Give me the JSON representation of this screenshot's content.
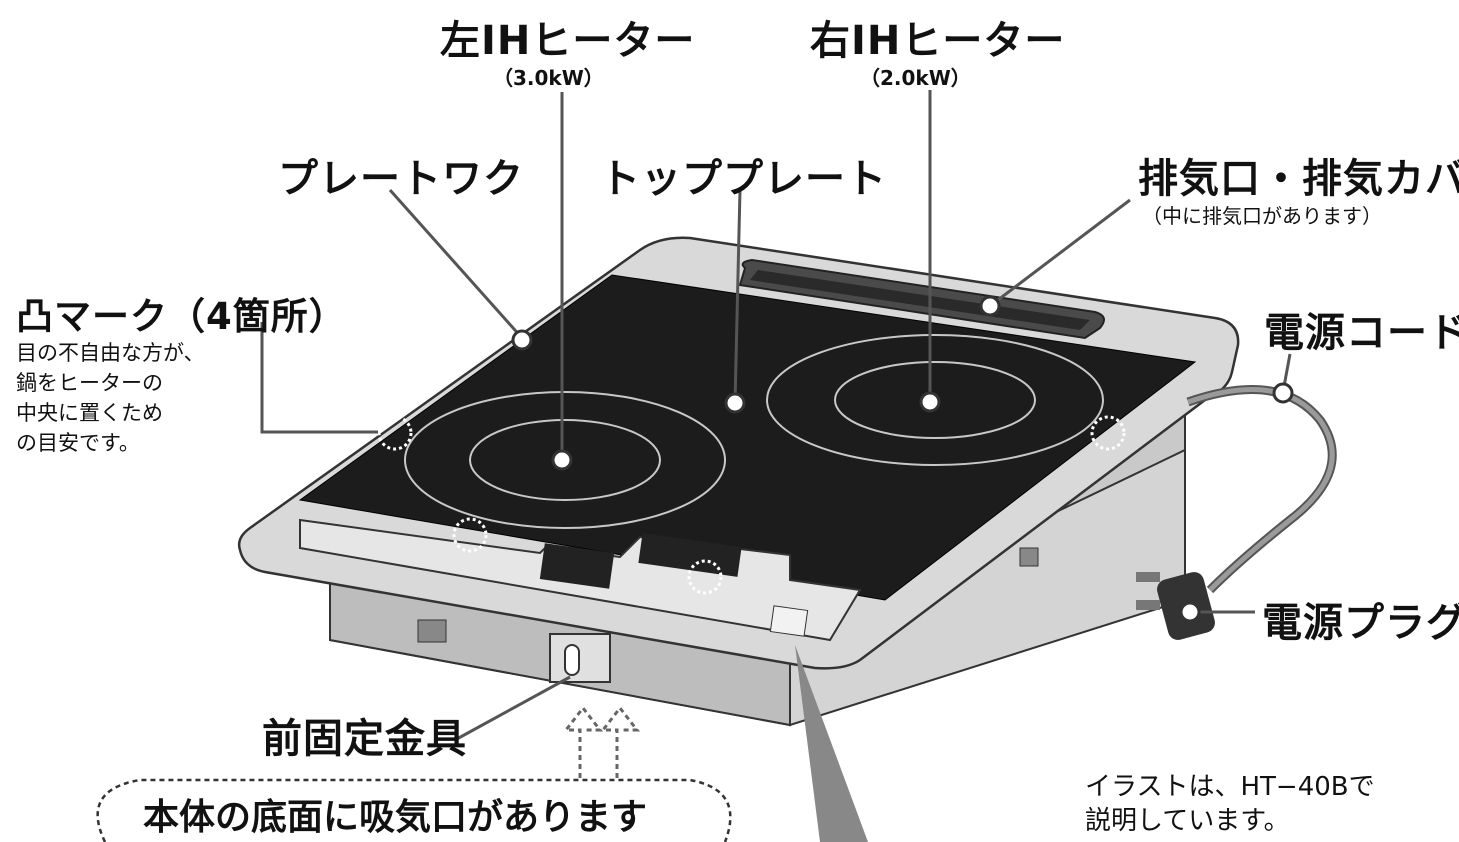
{
  "labels": {
    "left_heater": "左IHヒーター",
    "left_heater_power": "（3.0kW）",
    "right_heater": "右IHヒーター",
    "right_heater_power": "（2.0kW）",
    "plate_work": "プレートワク",
    "top_plate": "トッププレート",
    "exhaust": "排気口・排気カバー",
    "exhaust_note": "（中に排気口があります）",
    "bump_mark": "凸マーク（4箇所）",
    "bump_note_1": "目の不自由な方が、",
    "bump_note_2": "鍋をヒーターの",
    "bump_note_3": "中央に置くため",
    "bump_note_4": "の目安です。",
    "power_cord": "電源コード",
    "power_plug": "電源プラグ",
    "front_bracket": "前固定金具",
    "intake": "本体の底面に吸気口があります",
    "illustration_note_1": "イラストは、HT−40Bで",
    "illustration_note_2": "説明しています。"
  },
  "colors": {
    "top_plate": "#1c1c1c",
    "frame": "#d6d6d6",
    "body": "#c8c8c8",
    "leader_line": "#555555"
  }
}
